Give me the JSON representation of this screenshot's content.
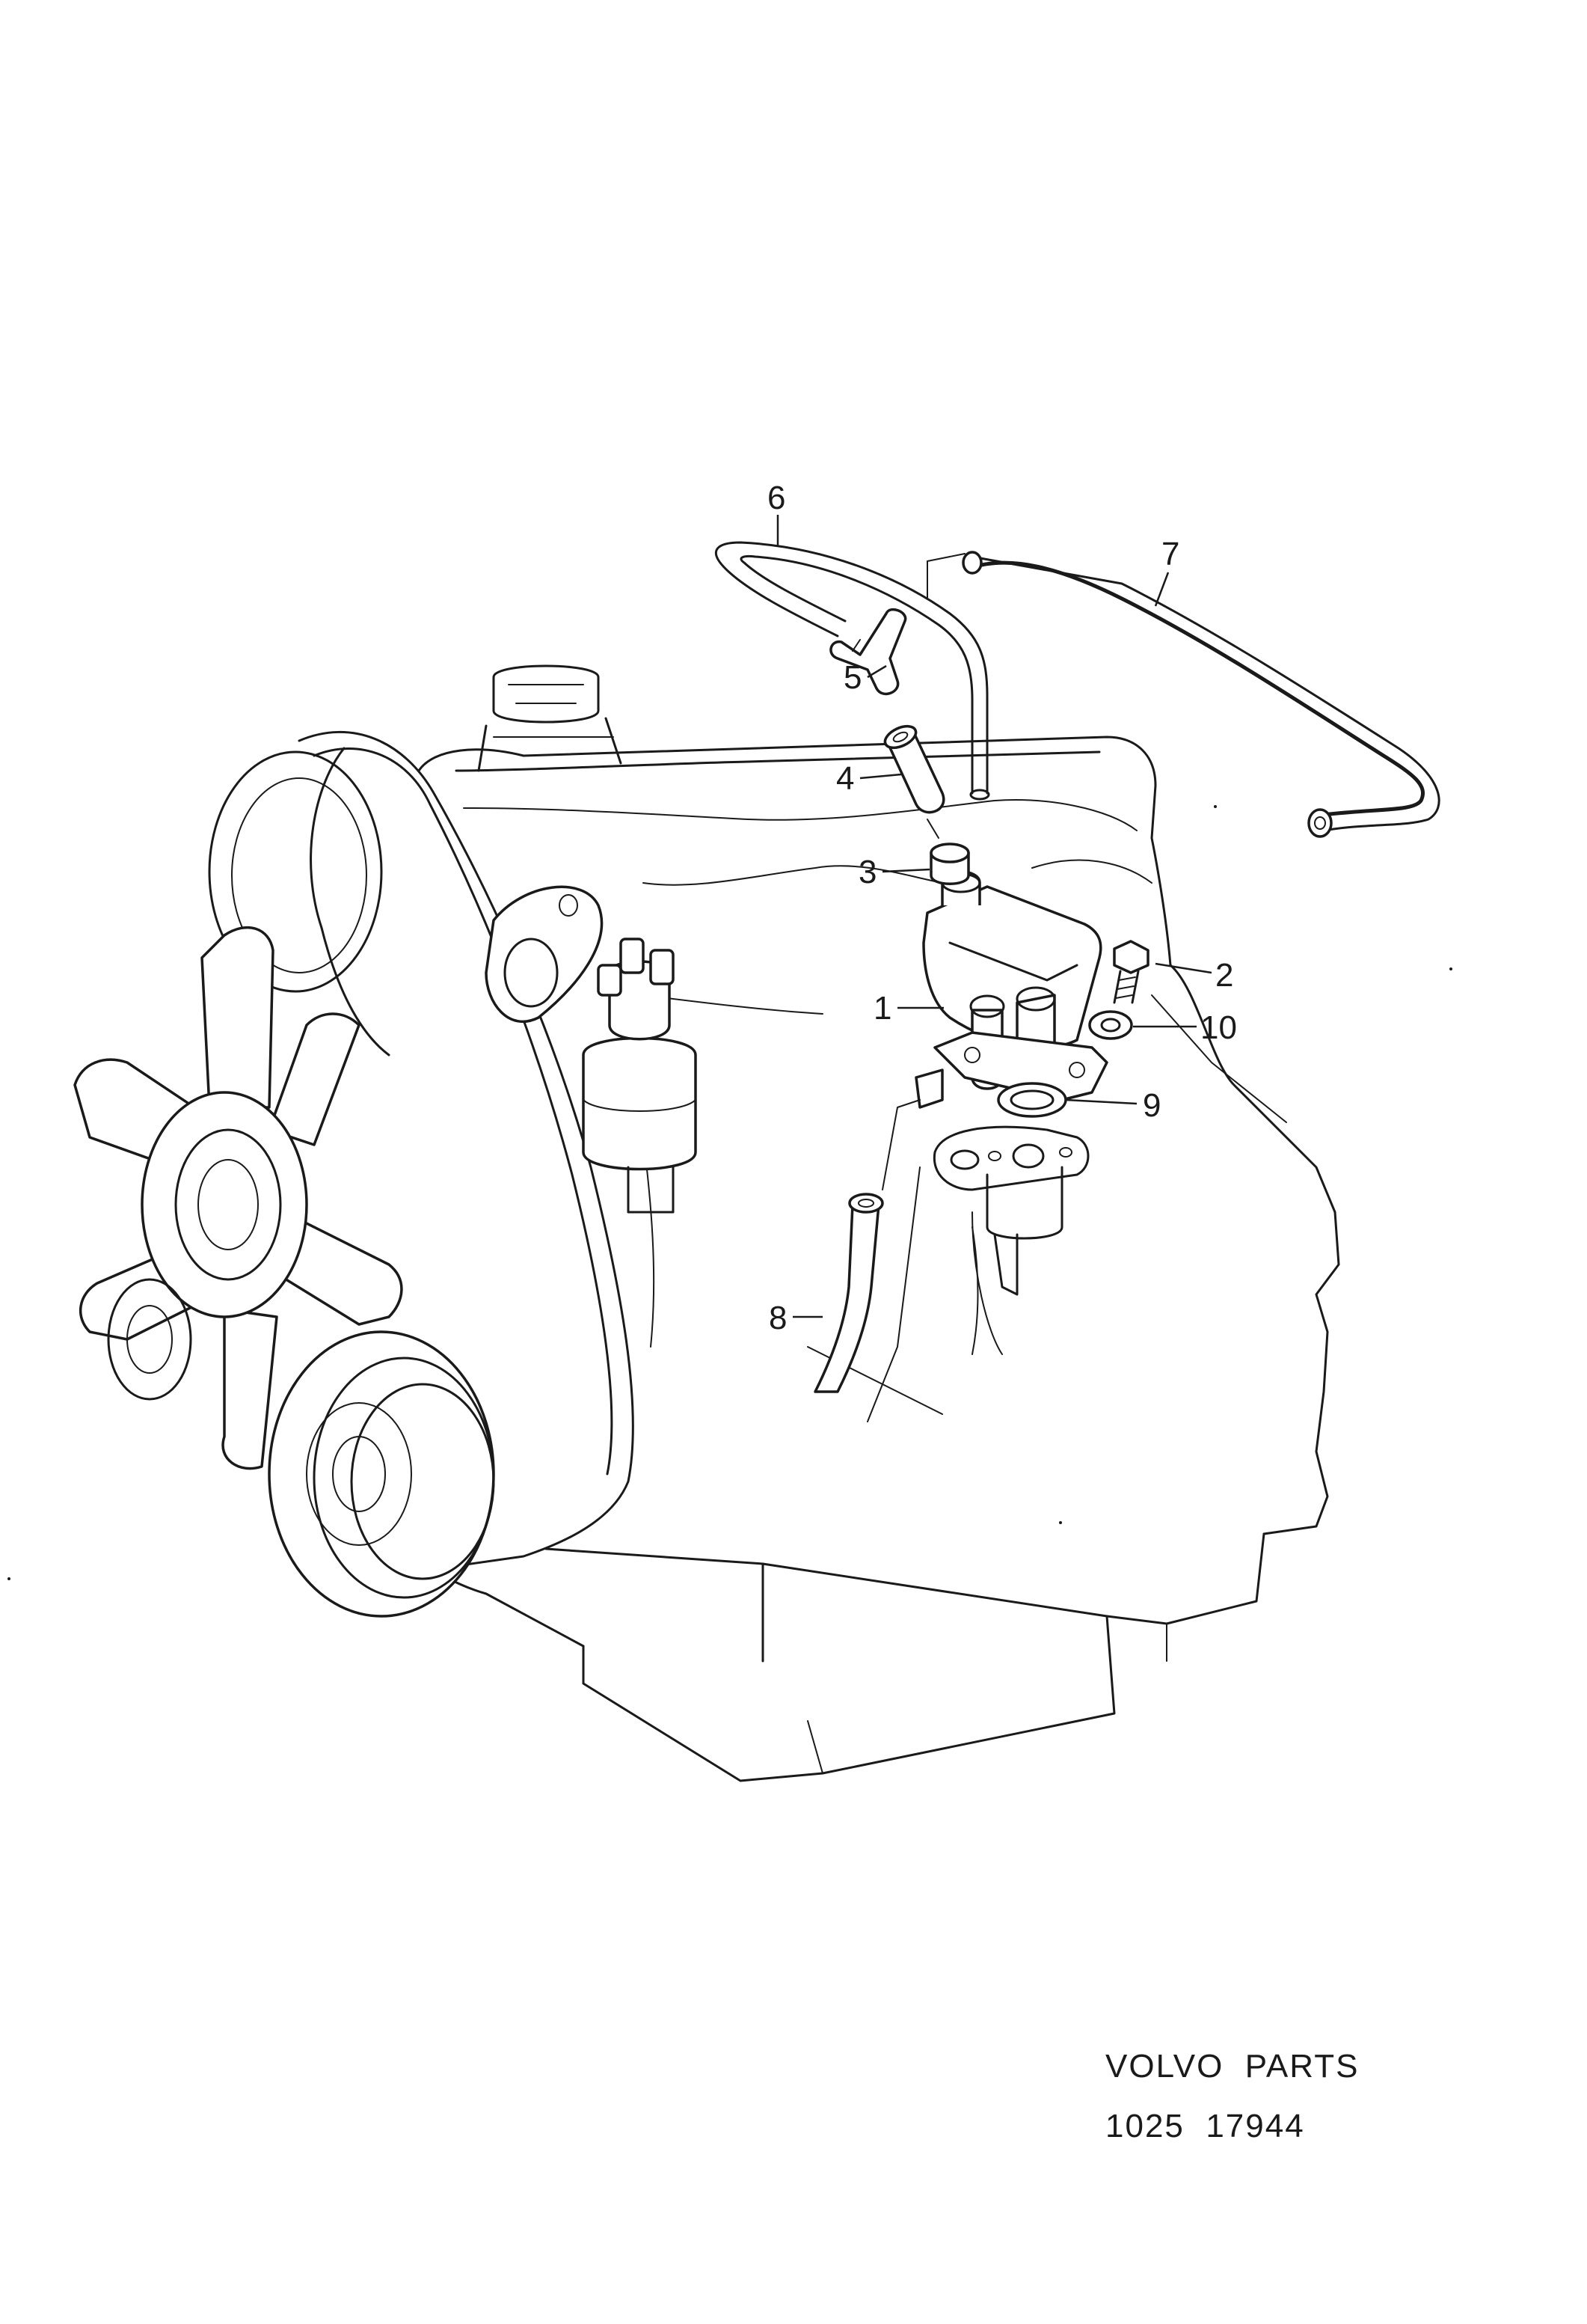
{
  "callouts": [
    {
      "id": "1",
      "label": "1"
    },
    {
      "id": "2",
      "label": "2"
    },
    {
      "id": "3",
      "label": "3"
    },
    {
      "id": "4",
      "label": "4"
    },
    {
      "id": "5",
      "label": "5"
    },
    {
      "id": "6",
      "label": "6"
    },
    {
      "id": "7",
      "label": "7"
    },
    {
      "id": "8",
      "label": "8"
    },
    {
      "id": "9",
      "label": "9"
    },
    {
      "id": "10",
      "label": "10"
    }
  ],
  "reference": {
    "brand": "VOLVO  PARTS",
    "number": "1025  17944"
  }
}
